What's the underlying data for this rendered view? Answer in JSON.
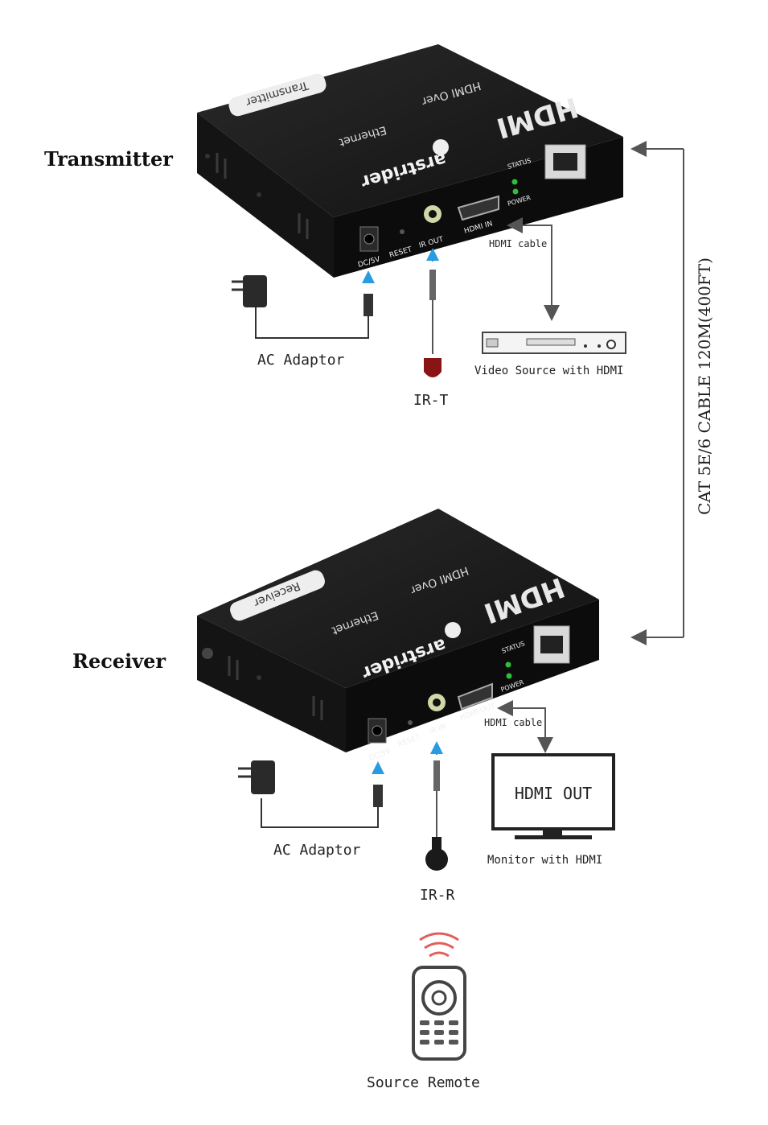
{
  "labels": {
    "transmitter": "Transmitter",
    "receiver": "Receiver",
    "cable": "CAT 5E/6 CABLE 120M(400FT)",
    "ac_adaptor_tx": "AC Adaptor",
    "ac_adaptor_rx": "AC Adaptor",
    "ir_t": "IR-T",
    "ir_r": "IR-R",
    "hdmi_cable_tx": "HDMI cable",
    "hdmi_cable_rx": "HDMI cable",
    "video_source": "Video Source with HDMI",
    "monitor": "Monitor with HDMI",
    "monitor_screen": "HDMI OUT",
    "source_remote": "Source Remote"
  },
  "tx_device": {
    "logo": "HDMI",
    "line1": "HDMI  Over",
    "line2": "Ethernet",
    "brand": "arstrider",
    "sticker": "Transmitter",
    "port_dc": "DC/5V",
    "port_reset": "RESET",
    "port_ir": "IR OUT",
    "port_hdmi": "HDMI IN",
    "led_status": "STATUS",
    "led_power": "POWER"
  },
  "rx_device": {
    "logo": "HDMI",
    "line1": "HDMI  Over",
    "line2": "Ethernet",
    "brand": "arstrider",
    "sticker": "Receiver",
    "port_dc": "DC/5V",
    "port_reset": "RESET",
    "port_ir": "IR IN",
    "port_hdmi": "HDMI OUT",
    "led_status": "STATUS",
    "led_power": "POWER"
  },
  "colors": {
    "device": "#1b1b1b",
    "arrow_blue": "#2b9be0",
    "led_green": "#2fbf3a",
    "ir_red": "#8a1414",
    "signal_red": "#e0605a"
  }
}
